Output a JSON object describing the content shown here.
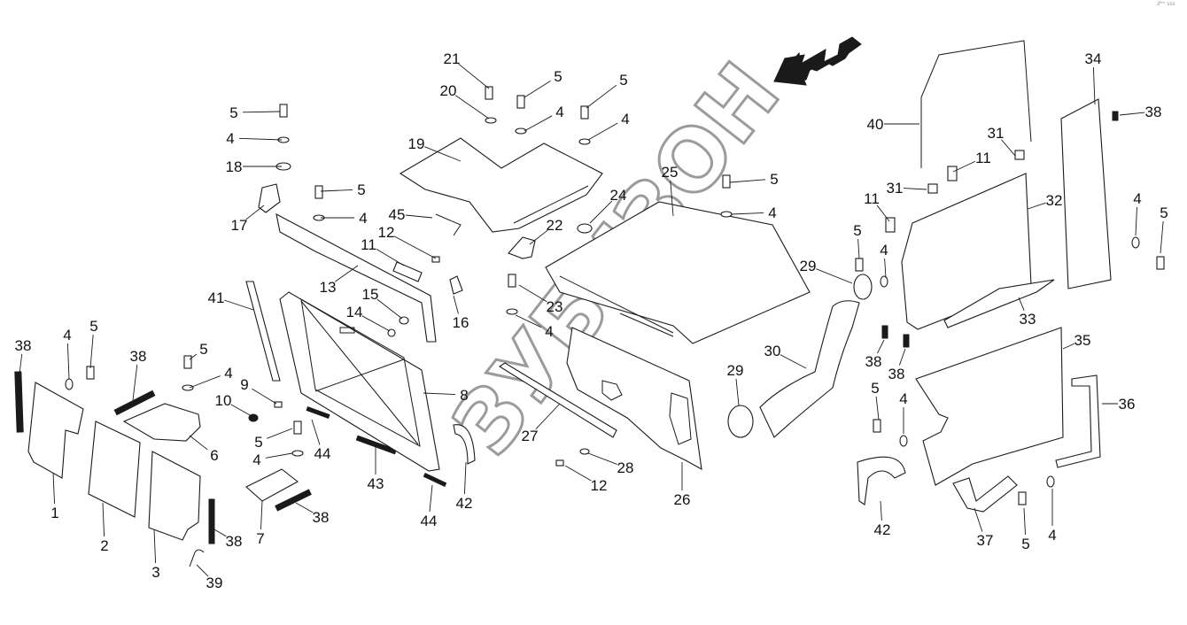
{
  "corner_mark": "𝒮ᶜᵉ sss",
  "watermark": "ЗУБИЗОН",
  "callouts": [
    {
      "text": "38"
    },
    {
      "text": "4"
    },
    {
      "text": "5"
    },
    {
      "text": "38"
    },
    {
      "text": "5"
    },
    {
      "text": "4"
    },
    {
      "text": "10"
    },
    {
      "text": "9"
    },
    {
      "text": "5"
    },
    {
      "text": "4"
    },
    {
      "text": "6"
    },
    {
      "text": "1"
    },
    {
      "text": "2"
    },
    {
      "text": "3"
    },
    {
      "text": "38"
    },
    {
      "text": "39"
    },
    {
      "text": "7"
    },
    {
      "text": "38"
    },
    {
      "text": "44"
    },
    {
      "text": "43"
    },
    {
      "text": "44"
    },
    {
      "text": "42"
    },
    {
      "text": "8"
    },
    {
      "text": "41"
    },
    {
      "text": "5"
    },
    {
      "text": "4"
    },
    {
      "text": "18"
    },
    {
      "text": "17"
    },
    {
      "text": "5"
    },
    {
      "text": "4"
    },
    {
      "text": "11"
    },
    {
      "text": "12"
    },
    {
      "text": "13"
    },
    {
      "text": "15"
    },
    {
      "text": "14"
    },
    {
      "text": "16"
    },
    {
      "text": "45"
    },
    {
      "text": "21"
    },
    {
      "text": "20"
    },
    {
      "text": "19"
    },
    {
      "text": "5"
    },
    {
      "text": "4"
    },
    {
      "text": "5"
    },
    {
      "text": "4"
    },
    {
      "text": "22"
    },
    {
      "text": "24"
    },
    {
      "text": "23"
    },
    {
      "text": "4"
    },
    {
      "text": "27"
    },
    {
      "text": "12"
    },
    {
      "text": "28"
    },
    {
      "text": "26"
    },
    {
      "text": "25"
    },
    {
      "text": "5"
    },
    {
      "text": "4"
    },
    {
      "text": "29"
    },
    {
      "text": "30"
    },
    {
      "text": "29"
    },
    {
      "text": "40"
    },
    {
      "text": "31"
    },
    {
      "text": "11"
    },
    {
      "text": "31"
    },
    {
      "text": "11"
    },
    {
      "text": "32"
    },
    {
      "text": "5"
    },
    {
      "text": "4"
    },
    {
      "text": "33"
    },
    {
      "text": "38"
    },
    {
      "text": "38"
    },
    {
      "text": "34"
    },
    {
      "text": "38"
    },
    {
      "text": "4"
    },
    {
      "text": "5"
    },
    {
      "text": "35"
    },
    {
      "text": "36"
    },
    {
      "text": "5"
    },
    {
      "text": "4"
    },
    {
      "text": "42"
    },
    {
      "text": "37"
    },
    {
      "text": "5"
    },
    {
      "text": "4"
    }
  ]
}
